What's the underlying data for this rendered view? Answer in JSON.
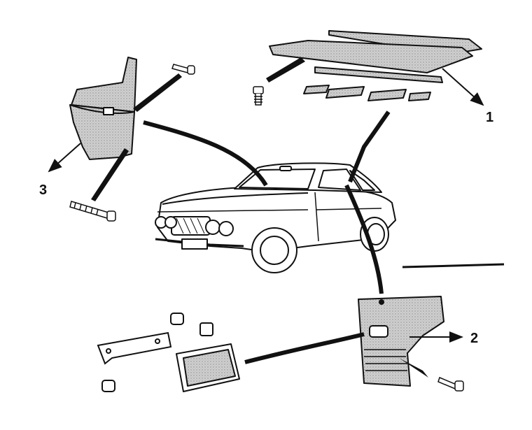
{
  "callouts": [
    {
      "id": "1",
      "label": "1"
    },
    {
      "id": "2",
      "label": "2"
    },
    {
      "id": "3",
      "label": "3"
    }
  ],
  "icons": [
    "car-illustration",
    "roof-lining-panel",
    "rear-pocket-trim",
    "door-panel",
    "interior-light",
    "light-bracket",
    "screw"
  ],
  "colors": {
    "ink": "#111111",
    "panel_fill": "#c9c9c9",
    "background": "#ffffff"
  }
}
